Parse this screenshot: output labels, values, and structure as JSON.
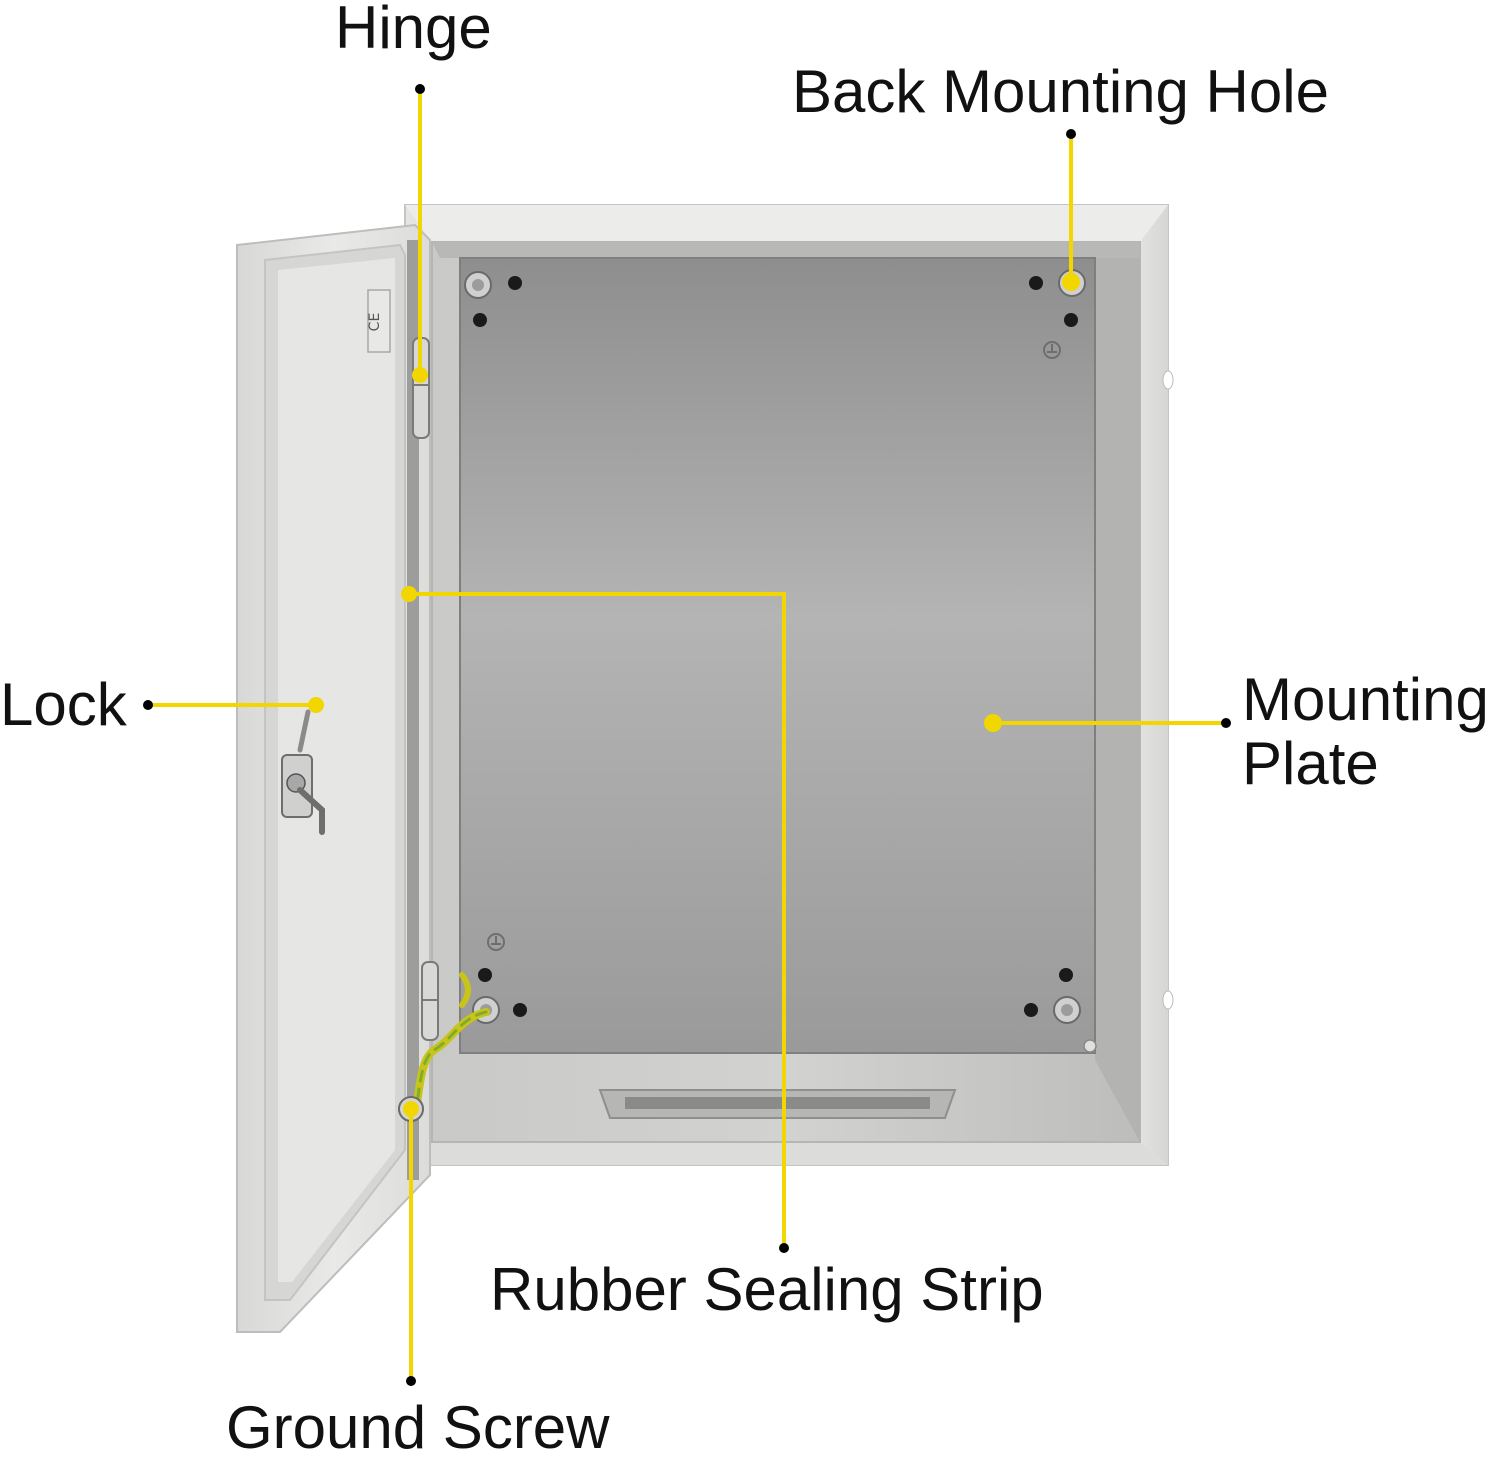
{
  "diagram": {
    "subject": "electrical-enclosure",
    "colors": {
      "leader_line": "#f2d600",
      "leader_dot": "#000000",
      "enclosure_body": "#e6e6e4",
      "mounting_plate": "#a9a9a9",
      "background": "#ffffff"
    },
    "labels": {
      "hinge": "Hinge",
      "back_mounting_hole": "Back Mounting Hole",
      "lock": "Lock",
      "mounting_plate_line1": "Mounting",
      "mounting_plate_line2": "Plate",
      "rubber_sealing_strip": "Rubber Sealing Strip",
      "ground_screw": "Ground Screw"
    },
    "icons": [
      "ce-mark-icon",
      "ground-symbol-icon",
      "lock-latch-icon",
      "hinge-pin-icon"
    ]
  }
}
